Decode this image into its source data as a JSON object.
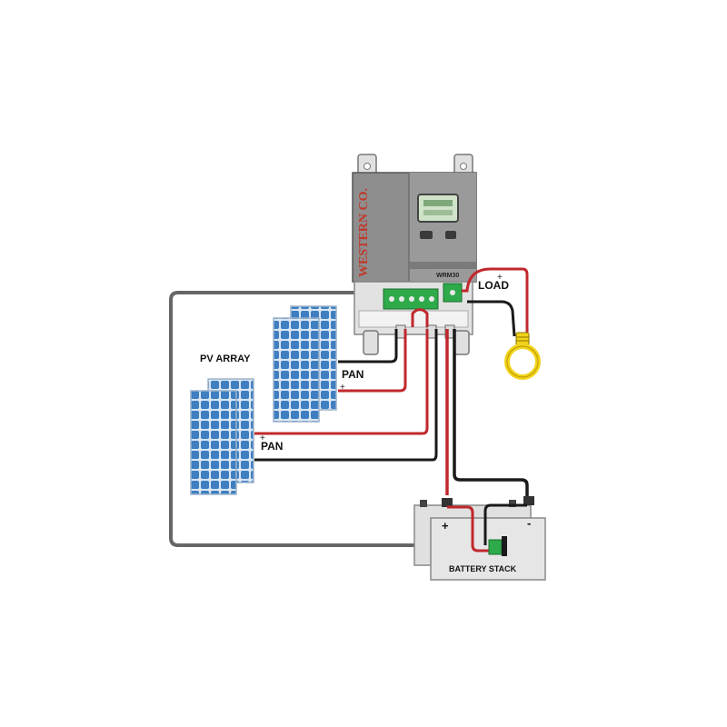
{
  "controller": {
    "brand": "WESTERN CO.",
    "model": "WRM30"
  },
  "labels": {
    "pv_array": "PV ARRAY",
    "pan_upper": "PAN",
    "pan_lower": "PAN",
    "load": "LOAD",
    "battery_stack": "BATTERY STACK"
  },
  "polarity": {
    "plus": "+",
    "minus": "-"
  },
  "colors": {
    "controller_body": "#8c8c8c",
    "panel_cell": "#3f7fc1",
    "wire_positive": "#c0282d",
    "wire_negative": "#1a1a1a",
    "wire_ground": "#666666",
    "terminal_green": "#2eaa4a",
    "bulb": "#f2d21b"
  }
}
